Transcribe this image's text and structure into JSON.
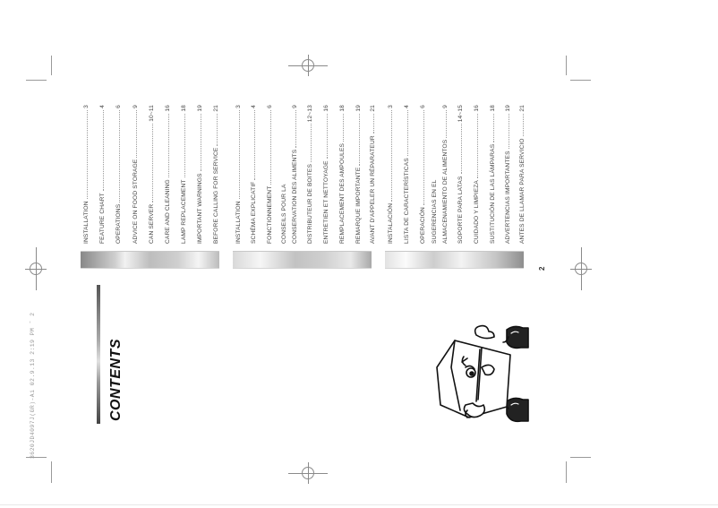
{
  "slug": {
    "text": "3620JD4097J(GR)-Ai   02.9.13 2:19 PM   ˘   2"
  },
  "title": "CONTENTS",
  "page_number": "2",
  "sections": [
    {
      "language": "English",
      "items": [
        {
          "label": "INSTALLATION",
          "page": "3"
        },
        {
          "label": "FEATURE CHART",
          "page": "4"
        },
        {
          "label": "OPERATIONS",
          "page": "6"
        },
        {
          "label": "ADVICE ON FOOD STORAGE",
          "page": "9"
        },
        {
          "label": "CAN SERVER",
          "page": "10~11"
        },
        {
          "label": "CARE AND CLEANING",
          "page": "16"
        },
        {
          "label": "LAMP REPLACEMENT",
          "page": "18"
        },
        {
          "label": "IMPORTANT WARNINGS",
          "page": "19"
        },
        {
          "label": "BEFORE CALLING FOR SERVICE",
          "page": "21"
        }
      ]
    },
    {
      "language": "French",
      "items": [
        {
          "label": "INSTALLATION",
          "page": "3"
        },
        {
          "label": "SCHÉMA EXPLICATIF",
          "page": "4"
        },
        {
          "label": "FONCTIONNEMENT",
          "page": "6"
        },
        {
          "label": "CONSEILS POUR LA",
          "label2": "CONSERVATION DES ALIMENTS",
          "page": "9"
        },
        {
          "label": "DISTRIBUTEUR DE BOITES",
          "page": "12~13"
        },
        {
          "label": "ENTRETIEN ET NETTOYAGE",
          "page": "16"
        },
        {
          "label": "REMPLACEMENT DES AMPOULES",
          "page": "18"
        },
        {
          "label": "REMARQUE IMPORTANTE",
          "page": "19"
        },
        {
          "label": "AVANT D'APPELER UN RÉPARATEUR",
          "page": "21"
        }
      ]
    },
    {
      "language": "Spanish",
      "items": [
        {
          "label": "INSTALACIÓN",
          "page": "3"
        },
        {
          "label": "LISTA DE CARACTERÍSTICAS",
          "page": "4"
        },
        {
          "label": "OPERACIÓN",
          "page": "6"
        },
        {
          "label": "SUGERENCIAS EN EL",
          "label2": "ALMACENAMIENTO DE ALIMENTOS",
          "page": "9"
        },
        {
          "label": "SOPORTE PARA LATAS",
          "page": "14~15"
        },
        {
          "label": "CUIDADO Y LIMPIEZA",
          "page": "16"
        },
        {
          "label": "SUSTITUCIÓN DE LAS LÁMPARAS",
          "page": "18"
        },
        {
          "label": "ADVERTENCIAS IMPORTANTES",
          "page": "19"
        },
        {
          "label": "ANTES DE LLAMAR PARA SERVICIO",
          "page": "21"
        }
      ]
    }
  ],
  "illustration": {
    "icon": "refrigerator-mascot-icon",
    "description": "Cartoon refrigerator character with face, hands and shoes"
  },
  "colors": {
    "text": "#444444",
    "title": "#111111",
    "marks": "#8a8a8a"
  }
}
